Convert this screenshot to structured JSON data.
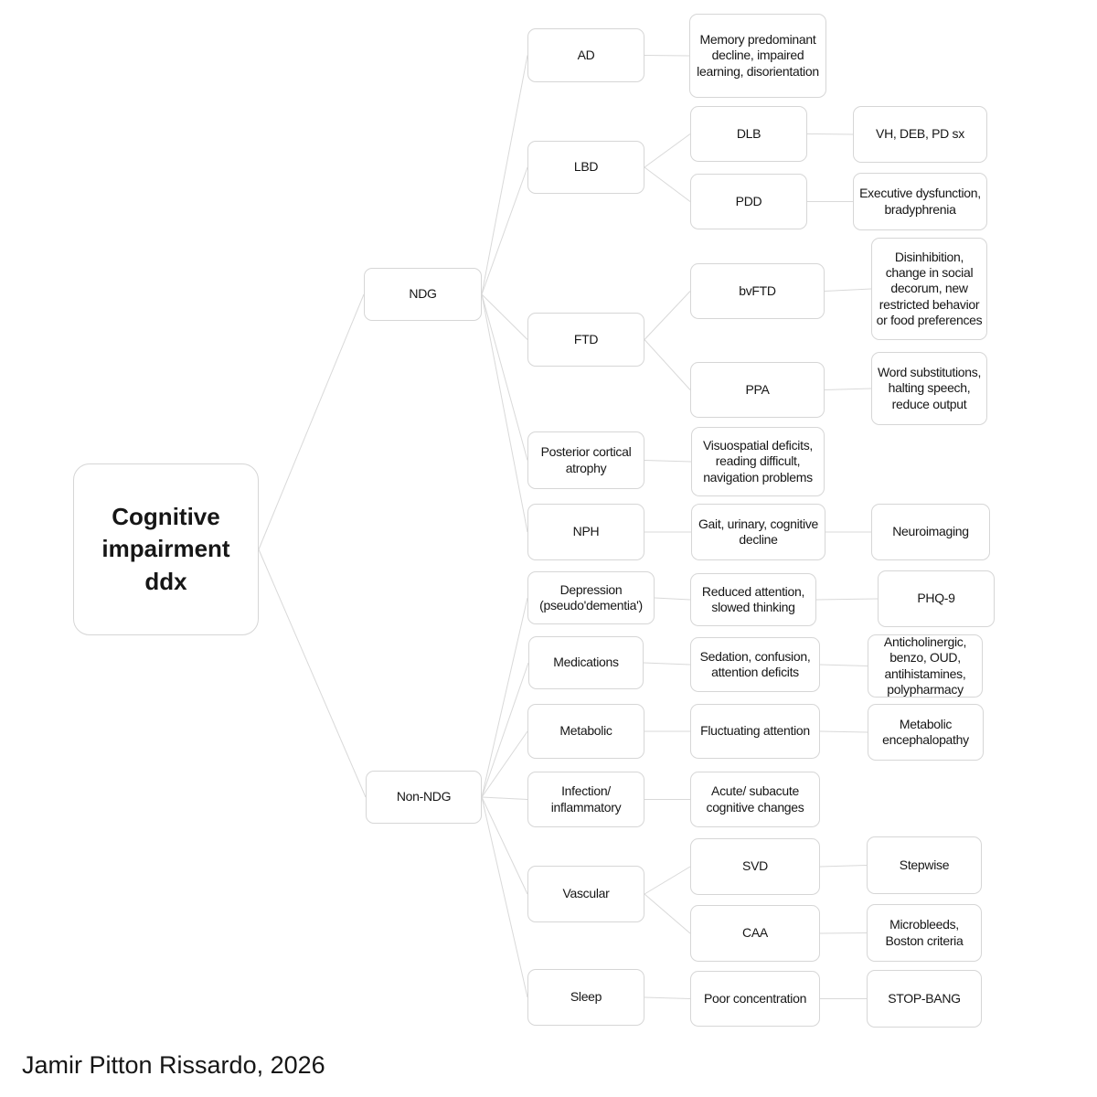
{
  "diagram_title": "Cognitive impairment ddx",
  "footer": {
    "credit": "Jamir Pitton Rissardo, 2026"
  },
  "colors": {
    "background": "#ffffff",
    "node_border": "#d6d6d6",
    "connector_line": "#d9d9d9",
    "text": "#161616"
  },
  "nodes": {
    "root": {
      "label": "Cognitive impairment ddx"
    },
    "ndg": {
      "label": "NDG"
    },
    "nonndg": {
      "label": "Non-NDG"
    },
    "ad": {
      "label": "AD"
    },
    "mem": {
      "label": "Memory predominant decline, impaired learning, disorientation"
    },
    "lbd": {
      "label": "LBD"
    },
    "dlb": {
      "label": "DLB"
    },
    "vh": {
      "label": "VH, DEB, PD sx"
    },
    "pdd": {
      "label": "PDD"
    },
    "exe": {
      "label": "Executive dysfunction, bradyphrenia"
    },
    "ftd": {
      "label": "FTD"
    },
    "bvftd": {
      "label": "bvFTD"
    },
    "dis": {
      "label": "Disinhibition, change in social decorum, new restricted behavior or food preferences"
    },
    "ppa": {
      "label": "PPA"
    },
    "word": {
      "label": "Word substitutions, halting speech, reduce output"
    },
    "pca": {
      "label": "Posterior cortical atrophy"
    },
    "vis": {
      "label": "Visuospatial deficits, reading difficult, navigation problems"
    },
    "nph": {
      "label": "NPH"
    },
    "gait": {
      "label": "Gait, urinary, cognitive decline"
    },
    "neu": {
      "label": "Neuroimaging"
    },
    "dep": {
      "label": "Depression (pseudo'dementia')"
    },
    "red": {
      "label": "Reduced attention, slowed thinking"
    },
    "phq": {
      "label": "PHQ-9"
    },
    "med": {
      "label": "Medications"
    },
    "sed": {
      "label": "Sedation, confusion, attention deficits"
    },
    "anti": {
      "label": "Anticholinergic, benzo, OUD, antihistamines, polypharmacy"
    },
    "met": {
      "label": "Metabolic"
    },
    "flu": {
      "label": "Fluctuating attention"
    },
    "mete": {
      "label": "Metabolic encephalopathy"
    },
    "inf": {
      "label": "Infection/ inflammatory"
    },
    "acu": {
      "label": "Acute/ subacute cognitive changes"
    },
    "vas": {
      "label": "Vascular"
    },
    "svd": {
      "label": "SVD"
    },
    "step": {
      "label": "Stepwise"
    },
    "caa": {
      "label": "CAA"
    },
    "micro": {
      "label": "Microbleeds, Boston criteria"
    },
    "slp": {
      "label": "Sleep"
    },
    "poor": {
      "label": "Poor concentration"
    },
    "stop": {
      "label": "STOP-BANG"
    }
  },
  "edges": [
    {
      "from": "root",
      "to": "ndg"
    },
    {
      "from": "root",
      "to": "nonndg"
    },
    {
      "from": "ndg",
      "to": "ad"
    },
    {
      "from": "ndg",
      "to": "lbd"
    },
    {
      "from": "ndg",
      "to": "ftd"
    },
    {
      "from": "ndg",
      "to": "pca"
    },
    {
      "from": "ndg",
      "to": "nph"
    },
    {
      "from": "ad",
      "to": "mem"
    },
    {
      "from": "lbd",
      "to": "dlb"
    },
    {
      "from": "lbd",
      "to": "pdd"
    },
    {
      "from": "dlb",
      "to": "vh"
    },
    {
      "from": "pdd",
      "to": "exe"
    },
    {
      "from": "ftd",
      "to": "bvftd"
    },
    {
      "from": "ftd",
      "to": "ppa"
    },
    {
      "from": "bvftd",
      "to": "dis"
    },
    {
      "from": "ppa",
      "to": "word"
    },
    {
      "from": "pca",
      "to": "vis"
    },
    {
      "from": "nph",
      "to": "gait"
    },
    {
      "from": "gait",
      "to": "neu"
    },
    {
      "from": "nonndg",
      "to": "dep"
    },
    {
      "from": "nonndg",
      "to": "med"
    },
    {
      "from": "nonndg",
      "to": "met"
    },
    {
      "from": "nonndg",
      "to": "inf"
    },
    {
      "from": "nonndg",
      "to": "vas"
    },
    {
      "from": "nonndg",
      "to": "slp"
    },
    {
      "from": "dep",
      "to": "red"
    },
    {
      "from": "red",
      "to": "phq"
    },
    {
      "from": "med",
      "to": "sed"
    },
    {
      "from": "sed",
      "to": "anti"
    },
    {
      "from": "met",
      "to": "flu"
    },
    {
      "from": "flu",
      "to": "mete"
    },
    {
      "from": "inf",
      "to": "acu"
    },
    {
      "from": "vas",
      "to": "svd"
    },
    {
      "from": "vas",
      "to": "caa"
    },
    {
      "from": "svd",
      "to": "step"
    },
    {
      "from": "caa",
      "to": "micro"
    },
    {
      "from": "slp",
      "to": "poor"
    },
    {
      "from": "poor",
      "to": "stop"
    }
  ]
}
